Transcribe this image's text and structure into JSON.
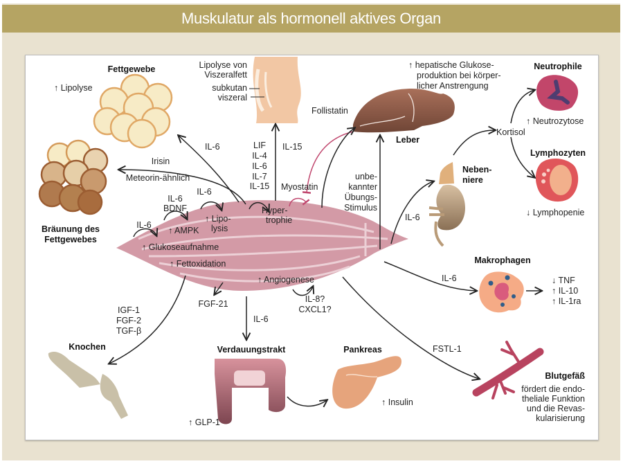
{
  "title": "Muskulatur als hormonell aktives Organ",
  "colors": {
    "title_bar": "#b5a463",
    "frame": "#e9e2d0",
    "muscle": "#d39aa6",
    "muscle_stripe": "#ecd0d6",
    "inhibition": "#c0476e",
    "fat": "#f7ebc6",
    "fat_outline": "#e0a866",
    "liver": "#8d5a45",
    "kidney": "#c9ab8a",
    "vessel": "#b8435f",
    "bone": "#c9c0a8",
    "intestine": "#b36b78",
    "pancreas": "#e6a47c"
  },
  "organs": {
    "fettgewebe": {
      "title": "Fettgewebe",
      "effect": "↑ Lipolyse"
    },
    "braunung": {
      "title_line1": "Bräunung des",
      "title_line2": "Fettgewebes"
    },
    "viszeralfett": {
      "line1": "Lipolyse von",
      "line2": "Viszeralfett",
      "subkutan": "subkutan",
      "viszeral": "viszeral"
    },
    "leber": {
      "title": "Leber",
      "effect_line1": "↑ hepatische Glukose-",
      "effect_line2": "produktion bei körper-",
      "effect_line3": "licher Anstrengung"
    },
    "neutrophile": {
      "title": "Neutrophile",
      "effect": "↑ Neutrozytose"
    },
    "lymphozyten": {
      "title": "Lymphozyten",
      "effect": "↓ Lymphopenie"
    },
    "nebenniere": {
      "title_line1": "Neben-",
      "title_line2": "niere"
    },
    "makrophagen": {
      "title": "Makrophagen",
      "effects": [
        "↓ TNF",
        "↑ IL-10",
        "↑ IL-1ra"
      ]
    },
    "blutgefaess": {
      "title": "Blutgefäß",
      "effect_lines": [
        "fördert die endo-",
        "theliale Funktion",
        "und die Revas-",
        "kularisierung"
      ]
    },
    "knochen": {
      "title": "Knochen"
    },
    "verdauungstrakt": {
      "title": "Verdauungstrakt",
      "effect": "↑ GLP-1"
    },
    "pankreas": {
      "title": "Pankreas",
      "effect": "↑ Insulin"
    }
  },
  "muscle": {
    "effects": {
      "lipolysis_line1": "↑ Lipo-",
      "lipolysis_line2": "lysis",
      "ampk": "↑ AMPK",
      "glukose": "↑ Glukoseaufnahme",
      "fettox": "↑ Fettoxidation",
      "hypertrophie_line1": "Hyper-",
      "hypertrophie_line2": "trophie",
      "angiogenese": "↑ Angiogenese"
    }
  },
  "signals": {
    "il6_fat": "IL-6",
    "irisin": "Irisin",
    "meteorin": "Meteorin-ähnlich",
    "il6_lipolysis": "IL-6",
    "il6_bdnf_line1": "IL-6",
    "il6_bdnf_line2": "BDNF",
    "il6_glukose": "IL-6",
    "hypertrophy_list": [
      "LIF",
      "IL-4",
      "IL-6",
      "IL-7",
      "IL-15"
    ],
    "il15": "IL-15",
    "myostatin": "Myostatin",
    "follistatin": "Follistatin",
    "unknown_stimulus": [
      "unbe-",
      "kannter",
      "Übungs-",
      "Stimulus"
    ],
    "il6_nebenniere": "IL-6",
    "kortisol": "Kortisol",
    "il6_makrophagen": "IL-6",
    "fstl1": "FSTL-1",
    "il8_line1": "IL-8?",
    "il8_line2": "CXCL1?",
    "il6_gut": "IL-6",
    "fgf21": "FGF-21",
    "bone_factors": [
      "IGF-1",
      "FGF-2",
      "TGF-β"
    ]
  }
}
